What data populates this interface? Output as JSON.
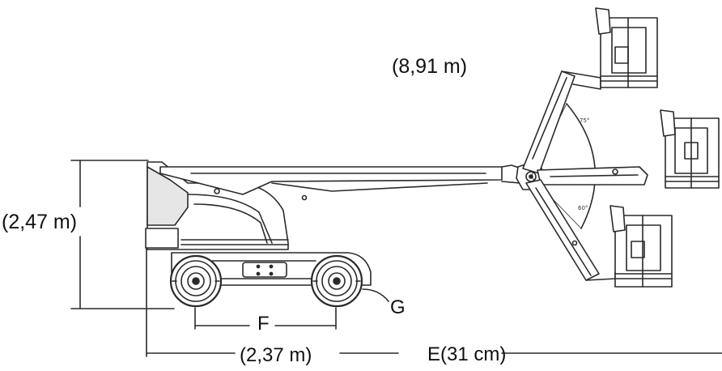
{
  "dimensions": {
    "reach_height": "(8,91 m)",
    "stowed_height": "(2,47 m)",
    "overall_length": "(2,37 m)",
    "ground_clearance": "E(31 cm)",
    "wheelbase_letter": "F",
    "wheel_letter": "G"
  },
  "angles": {
    "upper": "75°",
    "lower": "60°"
  },
  "colors": {
    "line": "#2a2a2a",
    "fill": "#ffffff",
    "shade": "#e6e6e6"
  }
}
